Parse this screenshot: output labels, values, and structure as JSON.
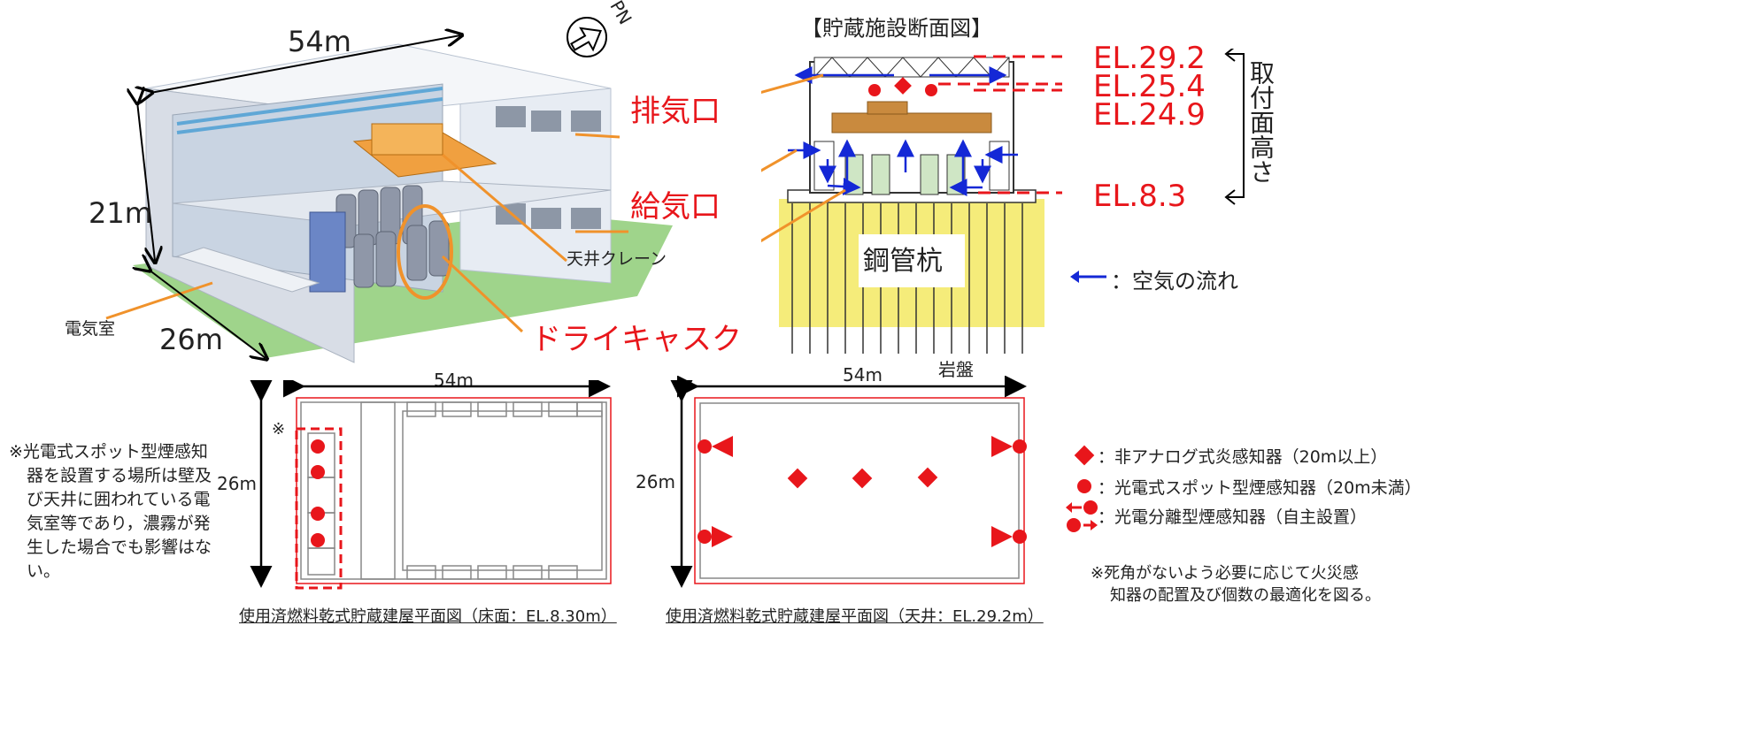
{
  "building": {
    "dim_length": "54m",
    "dim_height": "21m",
    "dim_width": "26m",
    "compass": "PN",
    "label_exhaust": "排気口",
    "label_intake": "給気口",
    "label_crane": "天井クレーン",
    "label_cask": "ドライキャスク",
    "label_electrical": "電気室"
  },
  "section": {
    "title": "【貯蔵施設断面図】",
    "el_levels": [
      "EL.29.2",
      "EL.25.4",
      "EL.24.9",
      "EL.8.3"
    ],
    "mount_height": "取付面高さ",
    "piles": "鋼管杭",
    "bedrock": "岩盤",
    "airflow_legend": "：空気の流れ"
  },
  "floor_plan": {
    "dim_length": "54m",
    "dim_width": "26m",
    "mark": "※",
    "caption": "使用済燃料乾式貯蔵建屋平面図（床面：EL.8.30m）",
    "note": [
      "※光電式スポット型煙感知",
      "器を設置する場所は壁及",
      "び天井に囲われている電",
      "気室等であり，濃霧が発",
      "生した場合でも影響はな",
      "い。"
    ]
  },
  "ceiling_plan": {
    "dim_length": "54m",
    "dim_width": "26m",
    "caption": "使用済燃料乾式貯蔵建屋平面図（天井：EL.29.2m）"
  },
  "legend": {
    "items": [
      {
        "icon": "red-diamond",
        "label": "：非アナログ式炎感知器（20m以上）"
      },
      {
        "icon": "red-circle",
        "label": "：光電式スポット型煙感知器（20m未満）"
      },
      {
        "icon": "red-beam-pair",
        "label": "：光電分離型煙感知器（自主設置）"
      }
    ],
    "note": [
      "※死角がないよう必要に応じて火災感",
      "知器の配置及び個数の最適化を図る。"
    ]
  },
  "colors": {
    "red": "#e8161b",
    "blue": "#1428d6",
    "orange": "#f0922b",
    "pile_yellow": "#f5ec7a"
  }
}
